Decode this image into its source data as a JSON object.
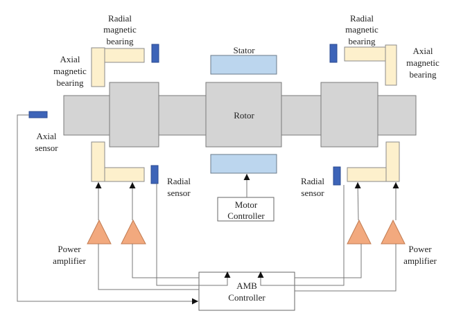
{
  "labels": {
    "radial_bearing_left": [
      "Radial",
      "magnetic",
      "bearing"
    ],
    "axial_bearing_left": [
      "Axial",
      "magnetic",
      "bearing"
    ],
    "radial_bearing_right": [
      "Radial",
      "magnetic",
      "bearing"
    ],
    "axial_bearing_right": [
      "Axial",
      "magnetic",
      "bearing"
    ],
    "stator": "Stator",
    "rotor": "Rotor",
    "axial_sensor": [
      "Axial",
      "sensor"
    ],
    "radial_sensor_left": [
      "Radial",
      "sensor"
    ],
    "radial_sensor_right": [
      "Radial",
      "sensor"
    ],
    "motor_controller": [
      "Motor",
      "Controller"
    ],
    "power_amplifier_left": [
      "Power",
      "amplifier"
    ],
    "power_amplifier_right": [
      "Power",
      "amplifier"
    ],
    "amb_controller": [
      "AMB",
      "Controller"
    ]
  },
  "colors": {
    "rotor": "#d4d4d4",
    "bearing": "#fdf0cc",
    "sensor": "#3d64b8",
    "stator": "#bcd6ee",
    "amplifier": "#f2a97e"
  }
}
